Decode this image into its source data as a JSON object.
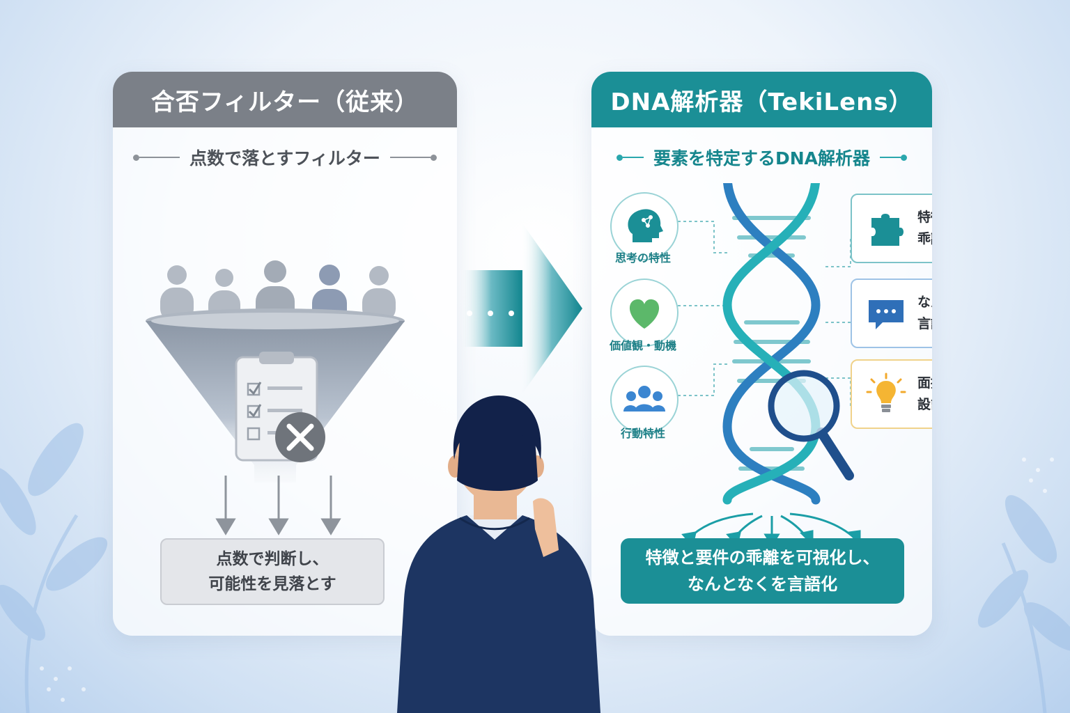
{
  "left_panel": {
    "title": "合否フィルター（従来）",
    "subtitle": "点数で落とすフィルター",
    "caption_line1": "点数で判断し、",
    "caption_line2": "可能性を見落とす",
    "header_color": "#7b8088"
  },
  "right_panel": {
    "title": "DNA解析器（TekiLens）",
    "subtitle": "要素を特定するDNA解析器",
    "header_color": "#1b8f96",
    "circles": [
      {
        "label": "思考の特性",
        "icon": "head-brain-icon"
      },
      {
        "label": "価値観・動機",
        "icon": "heart-icon"
      },
      {
        "label": "行動特性",
        "icon": "people-group-icon"
      }
    ],
    "boxes": [
      {
        "line1": "特徴と要件の",
        "line2": "乖離を可視化",
        "icon": "puzzle-piece-icon",
        "border": "#7cc3c8"
      },
      {
        "line1": "なんとなくを",
        "line2": "言語化",
        "icon": "speech-bubble-icon",
        "border": "#9ec3e6"
      },
      {
        "line1": "面接質問の",
        "line2": "設計に活用",
        "icon": "lightbulb-icon",
        "border": "#f0d28a"
      }
    ],
    "caption_line1": "特徴と要件の乖離を可視化し、",
    "caption_line2": "なんとなくを言語化"
  }
}
